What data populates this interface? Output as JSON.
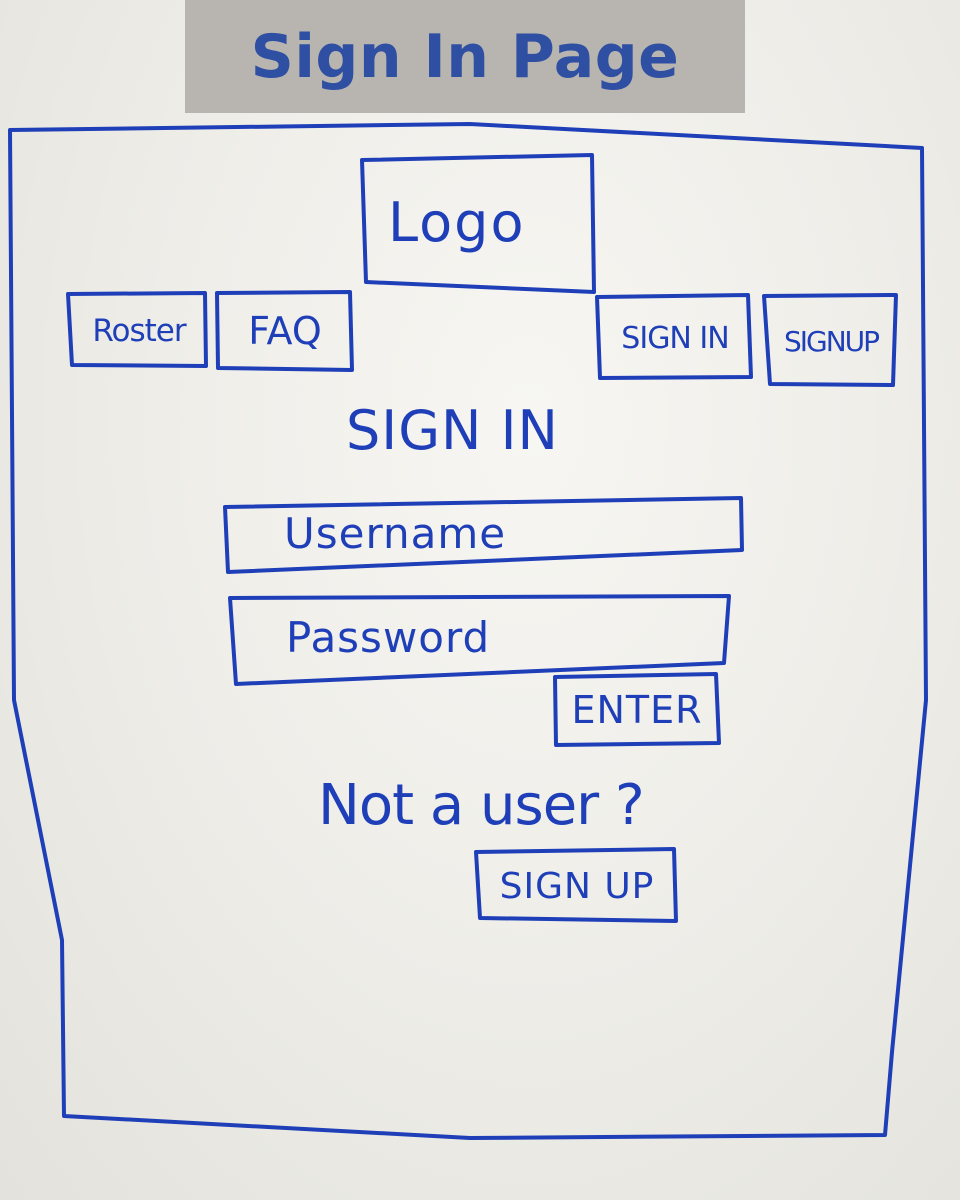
{
  "page_title": "Sign In Page",
  "header": {
    "logo_label": "Logo",
    "nav": {
      "roster_label": "Roster",
      "faq_label": "FAQ",
      "sign_in_label": "SIGN IN",
      "sign_up_label": "SIGNUP"
    }
  },
  "main": {
    "heading": "SIGN IN",
    "username_placeholder": "Username",
    "password_placeholder": "Password",
    "enter_label": "ENTER",
    "not_user_text": "Not a user ?",
    "sign_up_label": "SIGN UP"
  },
  "colors": {
    "ink": "#1f3fb8",
    "title_text": "#2f4fa3",
    "title_bar": "#b8b5b0",
    "board": "#f2f1ed"
  }
}
